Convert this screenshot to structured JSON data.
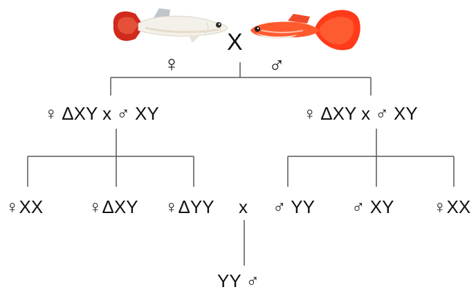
{
  "cross_symbol": "X",
  "parent_female_symbol": "♀",
  "parent_male_symbol": "♂",
  "f1": {
    "left": "♀ ΔXY x ♂ XY",
    "right": "♀ ΔXY x ♂ XY"
  },
  "f2": {
    "left": [
      "♀XX",
      "♀ΔXY",
      "♀ΔYY"
    ],
    "cross": "x",
    "right": [
      "♂ YY",
      "♂ XY",
      "♀XX"
    ]
  },
  "result": "YY ♂",
  "colors": {
    "line": "#555555",
    "text": "#111111",
    "fish_white": "#f2f0ea",
    "fish_red": "#e8361c",
    "tail_red": "#c9291b",
    "fish_orange": "#ff4a1f"
  }
}
